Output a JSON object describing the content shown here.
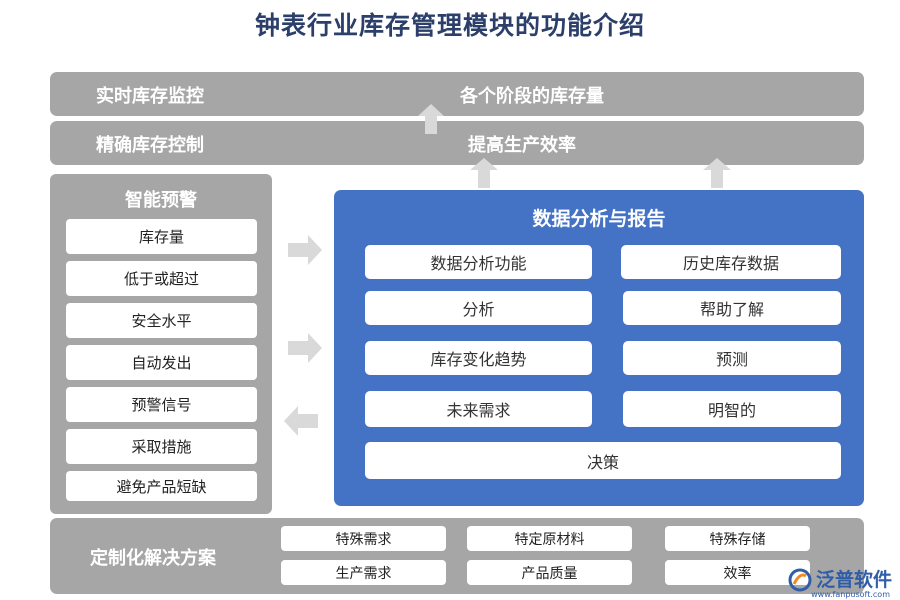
{
  "title": "钟表行业库存管理模块的功能介绍",
  "top_bars": [
    {
      "left": "实时库存监控",
      "right": "各个阶段的库存量"
    },
    {
      "left": "精确库存控制",
      "right": "提高生产效率"
    }
  ],
  "left_panel": {
    "title": "智能预警",
    "items": [
      "库存量",
      "低于或超过",
      "安全水平",
      "自动发出",
      "预警信号",
      "采取措施",
      "避免产品短缺"
    ]
  },
  "center_panel": {
    "title": "数据分析与报告",
    "rows": [
      [
        "数据分析功能",
        "历史库存数据"
      ],
      [
        "分析",
        "帮助了解"
      ],
      [
        "库存变化趋势",
        "预测"
      ],
      [
        "未来需求",
        "明智的"
      ]
    ],
    "full": "决策"
  },
  "bottom_panel": {
    "title": "定制化解决方案",
    "items": [
      "特殊需求",
      "特定原材料",
      "特殊存储",
      "生产需求",
      "产品质量",
      "效率"
    ]
  },
  "logo": {
    "name": "泛普软件",
    "url": "www.fanpusoft.com"
  },
  "colors": {
    "gray": "#a6a6a6",
    "blue": "#4472c4",
    "title": "#2b3f6a",
    "arrow": "#d9d9d9"
  }
}
